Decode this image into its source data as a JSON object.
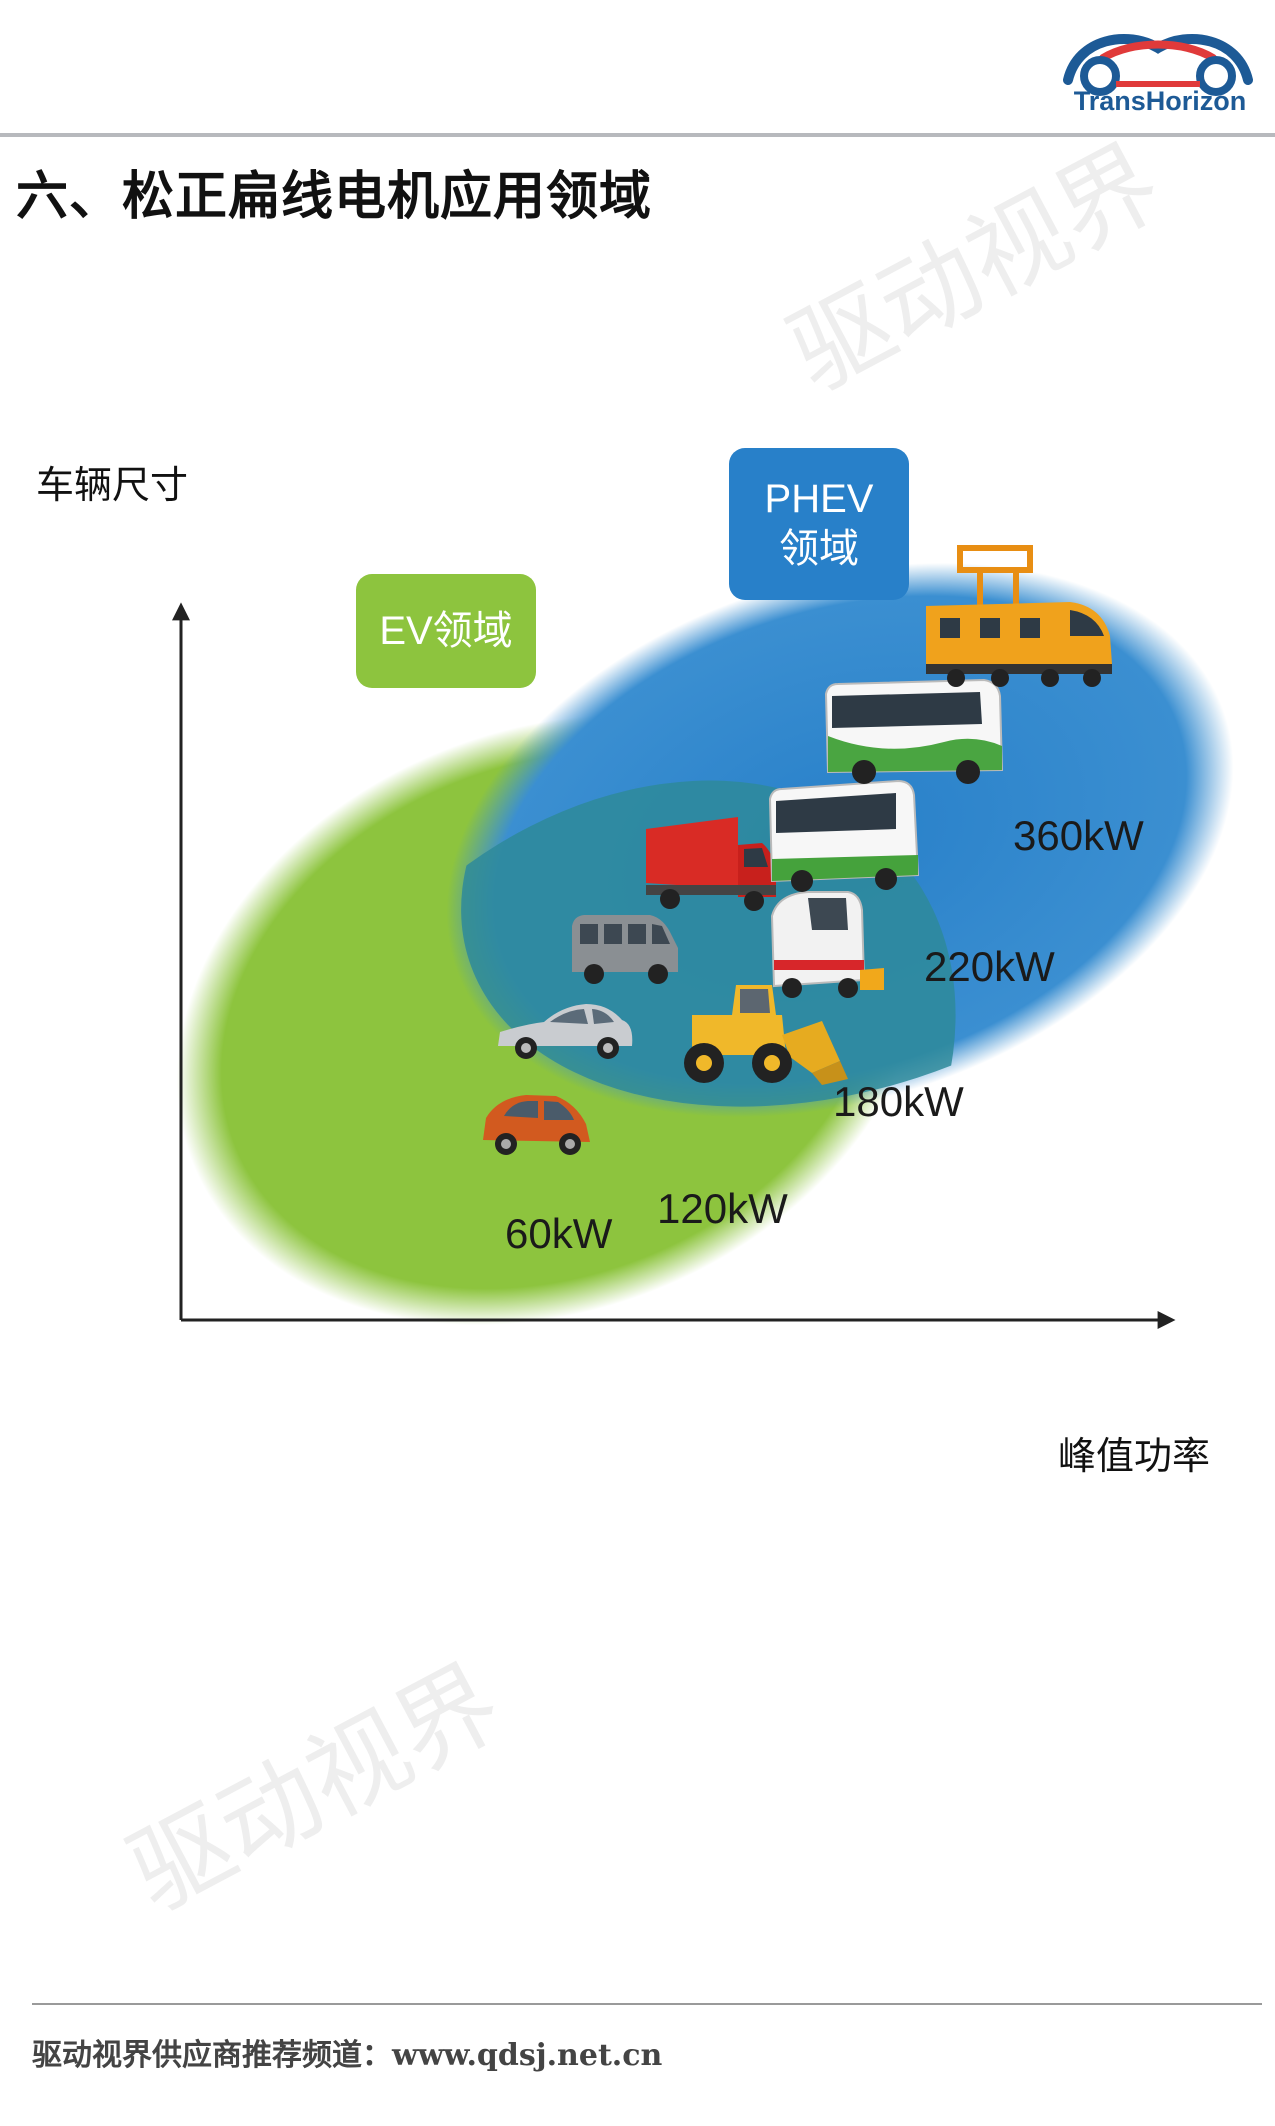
{
  "header": {
    "brand": "TransHorizon",
    "title": "六、松正扁线电机应用领域"
  },
  "watermark": "驱动视界",
  "diagram": {
    "y_axis_label": "车辆尺寸",
    "x_axis_label": "峰值功率",
    "ev_tag": "EV领域",
    "phev_tag_line1": "PHEV",
    "phev_tag_line2": "领域",
    "power_labels": [
      "60kW",
      "120kW",
      "180kW",
      "220kW",
      "360kW"
    ],
    "vehicles": [
      "compact-car",
      "sedan",
      "minivan",
      "wheel-loader",
      "cargo-truck",
      "street-sweeper",
      "city-bus",
      "electric-bus",
      "rail-maintenance-vehicle"
    ],
    "colors": {
      "ev": "#8dc43e",
      "phev": "#2880c9",
      "overlap": "#2e8a9a"
    }
  },
  "footer": {
    "text": "驱动视界供应商推荐频道：www.qdsj.net.cn"
  }
}
